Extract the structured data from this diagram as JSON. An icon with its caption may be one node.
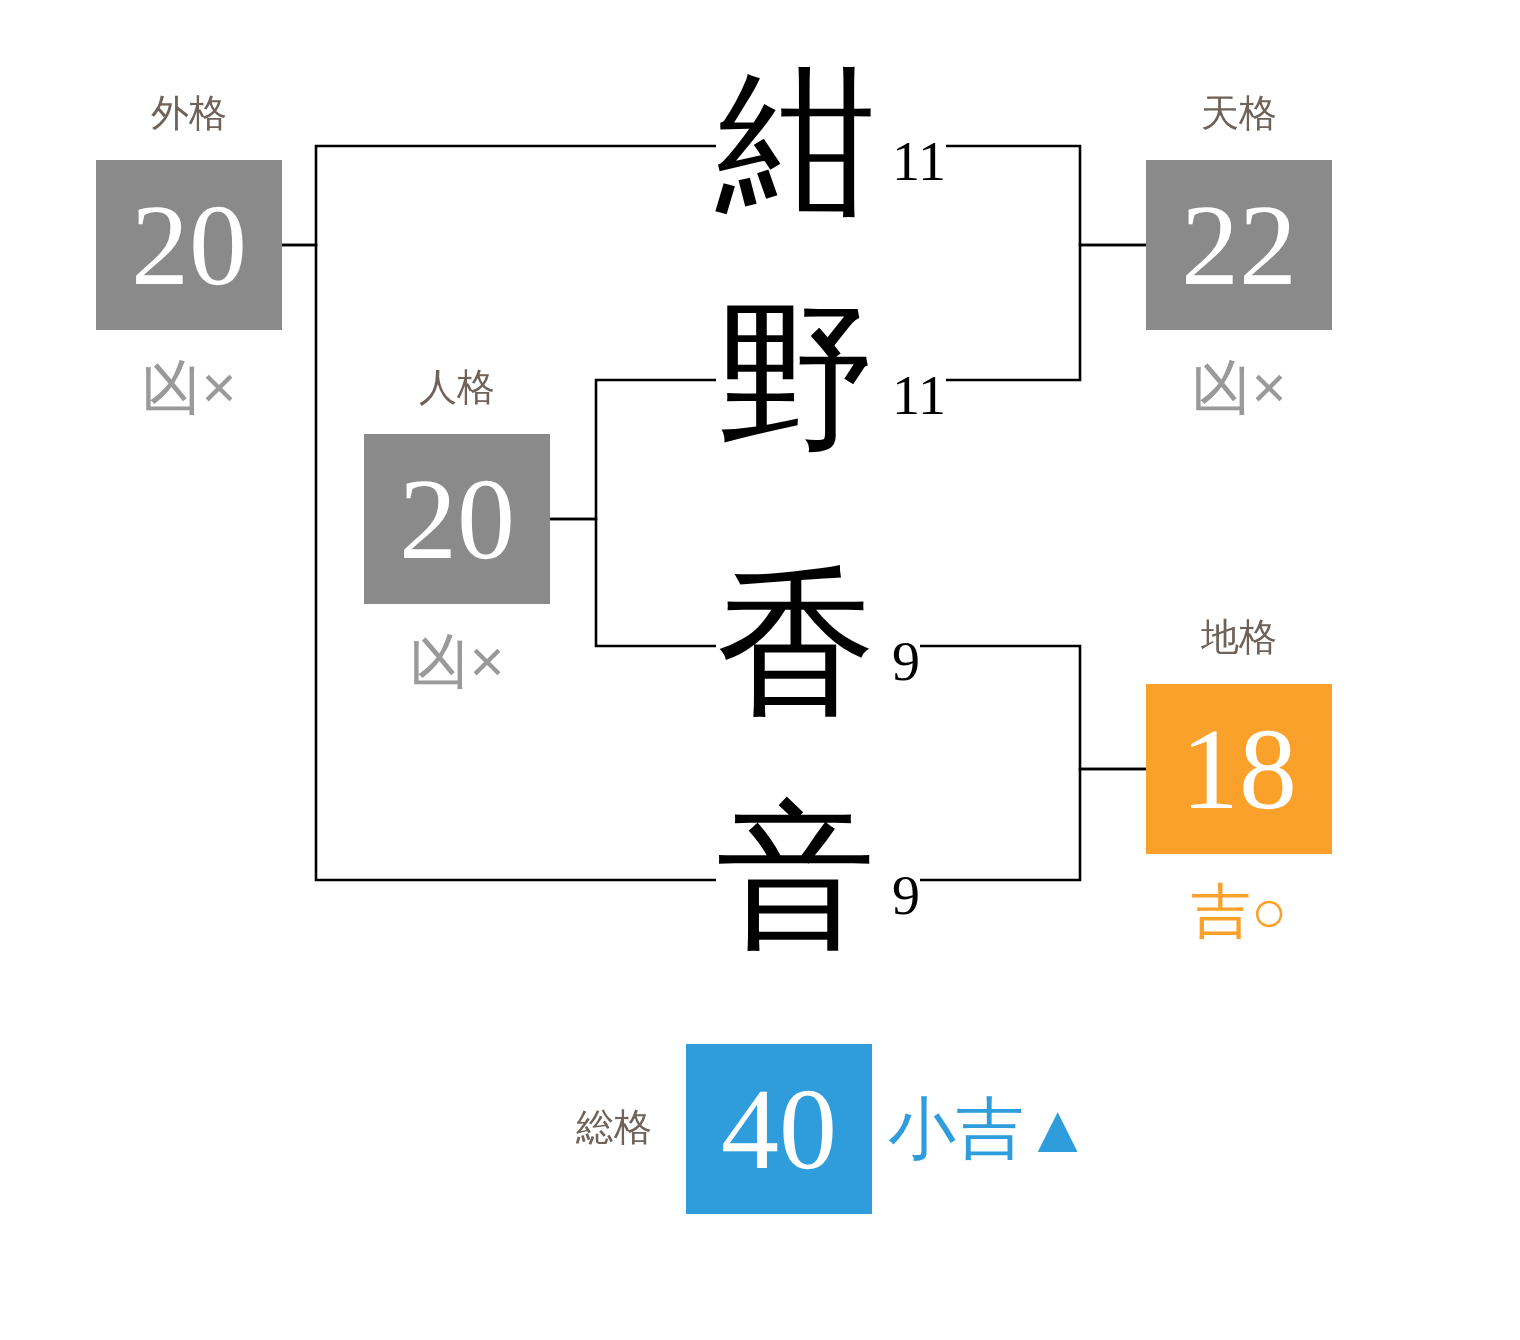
{
  "diagram": {
    "nodes": [
      {
        "text": [
          "外格",
          "20"
        ],
        "beside": [
          "凶×"
        ]
      },
      {
        "text": [
          "紺"
        ],
        "beside": [
          "11"
        ]
      },
      {
        "text": [
          "天格",
          "22"
        ],
        "beside": [
          "凶×"
        ]
      },
      {
        "text": [
          "人格",
          "20"
        ],
        "beside": [
          "凶×"
        ]
      },
      {
        "text": [
          "野"
        ],
        "beside": [
          "11"
        ]
      },
      {
        "text": [
          "香"
        ],
        "beside": [
          "9"
        ]
      },
      {
        "text": [
          "地格",
          "18"
        ],
        "beside": [
          "吉○"
        ]
      },
      {
        "text": [
          "音"
        ],
        "beside": [
          "9"
        ]
      },
      {
        "text": [
          "総格",
          "40"
        ],
        "beside": [
          "小吉▲"
        ]
      }
    ],
    "edges": [
      {
        "from": 0,
        "to": 1,
        "arrow": "none"
      },
      {
        "from": 0,
        "to": 7,
        "arrow": "none"
      },
      {
        "from": 2,
        "to": 1,
        "arrow": "none"
      },
      {
        "from": 2,
        "to": 4,
        "arrow": "none"
      },
      {
        "from": 3,
        "to": 4,
        "arrow": "none"
      },
      {
        "from": 3,
        "to": 5,
        "arrow": "none"
      },
      {
        "from": 6,
        "to": 5,
        "arrow": "none"
      },
      {
        "from": 6,
        "to": 7,
        "arrow": "none"
      }
    ]
  }
}
